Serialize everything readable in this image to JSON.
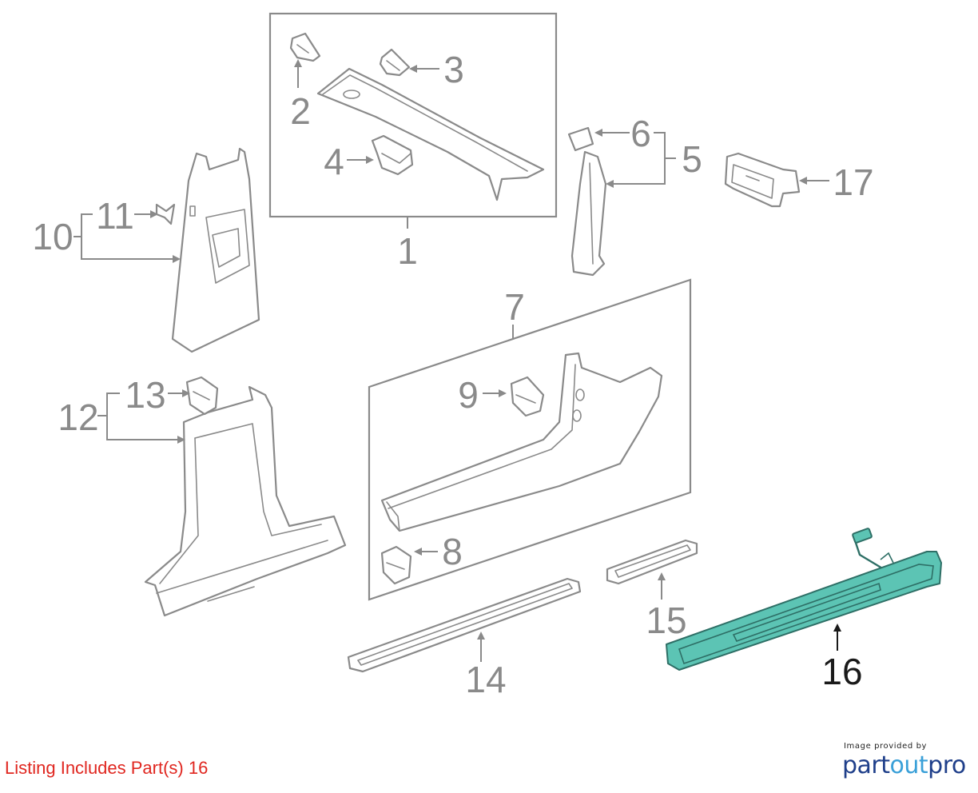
{
  "callouts": {
    "c1": "1",
    "c2": "2",
    "c3": "3",
    "c4": "4",
    "c5": "5",
    "c6": "6",
    "c7": "7",
    "c8": "8",
    "c9": "9",
    "c10": "10",
    "c11": "11",
    "c12": "12",
    "c13": "13",
    "c14": "14",
    "c15": "15",
    "c16": "16",
    "c17": "17"
  },
  "highlighted_part": "16",
  "colors": {
    "highlight": "#5cc4b4",
    "listing_text": "#e0261f",
    "line": "#8a8a8a"
  },
  "footer": {
    "listing_text": "Listing Includes Part(s) 16",
    "credit_text": "Image provided by",
    "brand_part1": "part",
    "brand_part2": "out",
    "brand_part3": "pro"
  }
}
